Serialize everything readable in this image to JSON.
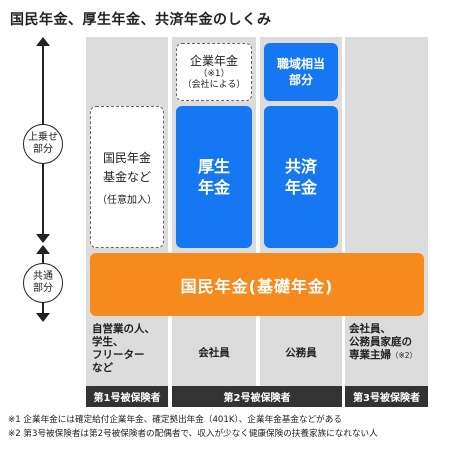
{
  "title": "国民年金、厚生年金、共済年金のしくみ",
  "axis": {
    "upper_label": "上乗せ\n部分",
    "lower_label": "共通\n部分"
  },
  "blocks": {
    "fund": {
      "main": "国民年金\n基金など",
      "sub": "（任意加入）"
    },
    "corporate": {
      "main": "企業年金",
      "note": "（※1）",
      "sub": "（会社による）"
    },
    "kosei": "厚生\n年金",
    "kyosai": "共済\n年金",
    "shokuiki": "職域相当\n部分",
    "kokumin": "国民年金(基礎年金)"
  },
  "occupations": {
    "col1": "自営業の人、\n学生、\nフリーター\nなど",
    "col2": "会社員",
    "col3": "公務員",
    "col4": "会社員、\n公務員家庭の\n専業主婦",
    "col4_note": "（※2）"
  },
  "categories": {
    "first": "第1号被保険者",
    "second": "第2号被保険者",
    "third": "第3号被保険者"
  },
  "footnotes": [
    "※1 企業年金には確定給付企業年金、確定拠出年金（401K）、企業年金基金などがある",
    "※2 第3号被保険者は第2号被保険者の配偶者で、収入が少なく健康保険の扶養家族になれない人"
  ],
  "colors": {
    "blue": "#1677f2",
    "orange": "#f68a1c",
    "column_gray": "#dcdcdc",
    "category_dark": "#333333"
  }
}
